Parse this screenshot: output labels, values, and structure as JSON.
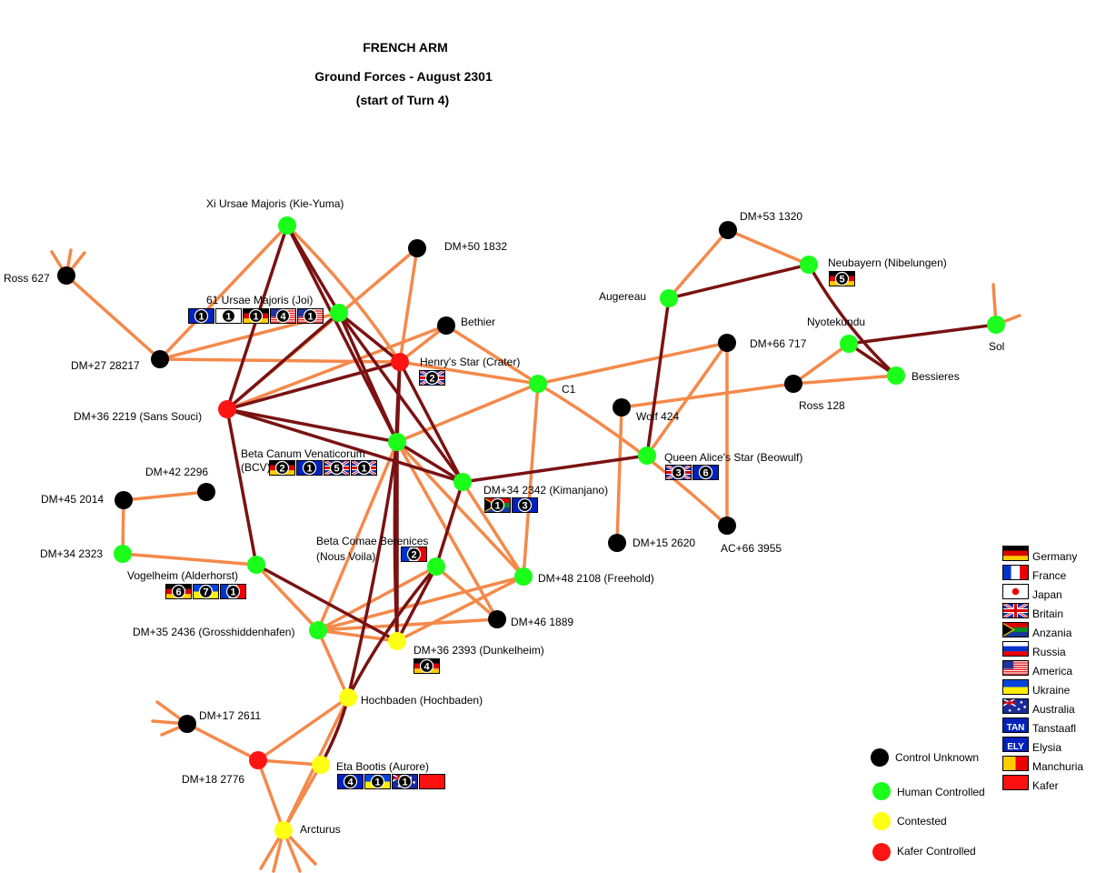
{
  "title": [
    "FRENCH ARM",
    "Ground Forces - August 2301",
    "(start of Turn 4)"
  ],
  "status_colors": {
    "unknown": "#000000",
    "human": "#1bff1b",
    "contested": "#ffff14",
    "kafer": "#ff1414"
  },
  "edge_colors": {
    "orange": "#f4894a",
    "dark": "#7a1212"
  },
  "systems": [
    {
      "id": "xi",
      "label": "Xi Ursae Majoris (Kie-Yuma)",
      "status": "human"
    },
    {
      "id": "dm50",
      "label": "DM+50 1832",
      "status": "unknown"
    },
    {
      "id": "ross627",
      "label": "Ross 627",
      "status": "unknown"
    },
    {
      "id": "u61",
      "label": "61 Ursae Majoris (Joi)",
      "status": "human"
    },
    {
      "id": "bethier",
      "label": "Bethier",
      "status": "unknown"
    },
    {
      "id": "dm27",
      "label": "DM+27 28217",
      "status": "unknown"
    },
    {
      "id": "henry",
      "label": "Henry's Star (Crater)",
      "status": "kafer"
    },
    {
      "id": "dm36_2219",
      "label": "DM+36 2219 (Sans Souci)",
      "status": "kafer"
    },
    {
      "id": "c1",
      "label": "C1",
      "status": "human"
    },
    {
      "id": "bcv",
      "label": "Beta Canum Venaticorum",
      "label2": "(BCV)",
      "status": "human"
    },
    {
      "id": "dm42",
      "label": "DM+42 2296",
      "status": "unknown"
    },
    {
      "id": "dm45",
      "label": "DM+45 2014",
      "status": "unknown"
    },
    {
      "id": "dm34_2342",
      "label": "DM+34 2342 (Kimanjano)",
      "status": "human"
    },
    {
      "id": "dm34_2323",
      "label": "DM+34 2323",
      "status": "human"
    },
    {
      "id": "bcb",
      "label": "Beta Comae Berenices",
      "label2": "(Nous Voila)",
      "status": "human"
    },
    {
      "id": "vogel",
      "label": "Vogelheim (Alderhorst)",
      "status": "human"
    },
    {
      "id": "dm48",
      "label": "DM+48 2108 (Freehold)",
      "status": "human"
    },
    {
      "id": "dm46",
      "label": "DM+46 1889",
      "status": "unknown"
    },
    {
      "id": "dm35",
      "label": "DM+35 2436 (Grosshiddenhafen)",
      "status": "human"
    },
    {
      "id": "dm36_2393",
      "label": "DM+36 2393 (Dunkelheim)",
      "status": "contested"
    },
    {
      "id": "hoch",
      "label": "Hochbaden (Hochbaden)",
      "status": "contested"
    },
    {
      "id": "dm17",
      "label": "DM+17 2611",
      "status": "unknown"
    },
    {
      "id": "dm18",
      "label": "DM+18 2776",
      "status": "kafer"
    },
    {
      "id": "eta",
      "label": "Eta Bootis (Aurore)",
      "status": "contested"
    },
    {
      "id": "arct",
      "label": "Arcturus",
      "status": "contested"
    },
    {
      "id": "dm53",
      "label": "DM+53 1320",
      "status": "unknown"
    },
    {
      "id": "neub",
      "label": "Neubayern (Nibelungen)",
      "status": "human"
    },
    {
      "id": "aug",
      "label": "Augereau",
      "status": "human"
    },
    {
      "id": "nyot",
      "label": "Nyotekundu",
      "status": "human"
    },
    {
      "id": "sol",
      "label": "Sol",
      "status": "human"
    },
    {
      "id": "dm66",
      "label": "DM+66 717",
      "status": "unknown"
    },
    {
      "id": "bess",
      "label": "Bessieres",
      "status": "human"
    },
    {
      "id": "ross128",
      "label": "Ross 128",
      "status": "unknown"
    },
    {
      "id": "wolf",
      "label": "Wolf 424",
      "status": "unknown"
    },
    {
      "id": "qas",
      "label": "Queen Alice's Star (Beowulf)",
      "status": "human"
    },
    {
      "id": "dm15",
      "label": "DM+15 2620",
      "status": "unknown"
    },
    {
      "id": "ac66",
      "label": "AC+66 3955",
      "status": "unknown"
    }
  ],
  "links": [
    {
      "from": "xi",
      "to": "dm27",
      "type": "orange"
    },
    {
      "from": "xi",
      "to": "dm36_2219",
      "type": "dark"
    },
    {
      "from": "xi",
      "to": "u61",
      "type": "dark"
    },
    {
      "from": "xi",
      "to": "bcv",
      "type": "dark"
    },
    {
      "from": "xi",
      "to": "henry",
      "type": "orange"
    },
    {
      "from": "ross627",
      "to": "dm27",
      "type": "orange"
    },
    {
      "from": "dm27",
      "to": "u61",
      "type": "orange"
    },
    {
      "from": "dm27",
      "to": "henry",
      "type": "orange"
    },
    {
      "from": "u61",
      "to": "dm36_2219",
      "type": "dark"
    },
    {
      "from": "u61",
      "to": "henry",
      "type": "dark"
    },
    {
      "from": "u61",
      "to": "bcv",
      "type": "dark"
    },
    {
      "from": "u61",
      "to": "dm34_2342",
      "type": "dark"
    },
    {
      "from": "dm50",
      "to": "dm36_2219",
      "type": "orange"
    },
    {
      "from": "dm50",
      "to": "henry",
      "type": "orange"
    },
    {
      "from": "bethier",
      "to": "henry",
      "type": "orange"
    },
    {
      "from": "bethier",
      "to": "dm36_2219",
      "type": "orange"
    },
    {
      "from": "bethier",
      "to": "c1",
      "type": "orange"
    },
    {
      "from": "dm36_2219",
      "to": "henry",
      "type": "dark"
    },
    {
      "from": "dm36_2219",
      "to": "bcv",
      "type": "dark"
    },
    {
      "from": "dm36_2219",
      "to": "dm34_2342",
      "type": "dark"
    },
    {
      "from": "dm36_2219",
      "to": "vogel",
      "type": "dark"
    },
    {
      "from": "henry",
      "to": "c1",
      "type": "orange"
    },
    {
      "from": "henry",
      "to": "bcv",
      "type": "dark"
    },
    {
      "from": "henry",
      "to": "dm34_2342",
      "type": "dark"
    },
    {
      "from": "henry",
      "to": "dm36_2393",
      "type": "dark"
    },
    {
      "from": "c1",
      "to": "bcv",
      "type": "orange"
    },
    {
      "from": "c1",
      "to": "dm48",
      "type": "orange"
    },
    {
      "from": "c1",
      "to": "dm66",
      "type": "orange"
    },
    {
      "from": "c1",
      "to": "ac66",
      "type": "orange"
    },
    {
      "from": "bcv",
      "to": "dm34_2342",
      "type": "dark"
    },
    {
      "from": "bcv",
      "to": "dm35",
      "type": "orange"
    },
    {
      "from": "bcv",
      "to": "dm46",
      "type": "orange"
    },
    {
      "from": "bcv",
      "to": "dm48",
      "type": "orange"
    },
    {
      "from": "bcv",
      "to": "dm36_2393",
      "type": "dark"
    },
    {
      "from": "bcv",
      "to": "hoch",
      "type": "dark"
    },
    {
      "from": "dm34_2342",
      "to": "dm48",
      "type": "orange"
    },
    {
      "from": "dm34_2342",
      "to": "bcb",
      "type": "dark"
    },
    {
      "from": "dm34_2342",
      "to": "qas",
      "type": "dark"
    },
    {
      "from": "dm45",
      "to": "dm42",
      "type": "orange"
    },
    {
      "from": "dm45",
      "to": "dm34_2323",
      "type": "orange"
    },
    {
      "from": "dm34_2323",
      "to": "vogel",
      "type": "orange"
    },
    {
      "from": "vogel",
      "to": "dm35",
      "type": "orange"
    },
    {
      "from": "vogel",
      "to": "dm36_2393",
      "type": "dark"
    },
    {
      "from": "bcb",
      "to": "dm35",
      "type": "orange"
    },
    {
      "from": "bcb",
      "to": "dm36_2393",
      "type": "dark"
    },
    {
      "from": "bcb",
      "to": "dm46",
      "type": "orange"
    },
    {
      "from": "bcb",
      "to": "hoch",
      "type": "dark"
    },
    {
      "from": "dm48",
      "to": "dm35",
      "type": "orange"
    },
    {
      "from": "dm48",
      "to": "dm36_2393",
      "type": "orange"
    },
    {
      "from": "dm35",
      "to": "dm36_2393",
      "type": "orange"
    },
    {
      "from": "dm35",
      "to": "dm46",
      "type": "orange"
    },
    {
      "from": "dm35",
      "to": "hoch",
      "type": "orange"
    },
    {
      "from": "hoch",
      "to": "dm18",
      "type": "orange"
    },
    {
      "from": "hoch",
      "to": "eta",
      "type": "dark"
    },
    {
      "from": "hoch",
      "to": "arct",
      "type": "orange"
    },
    {
      "from": "dm17",
      "to": "dm18",
      "type": "orange"
    },
    {
      "from": "dm18",
      "to": "eta",
      "type": "orange"
    },
    {
      "from": "dm18",
      "to": "arct",
      "type": "orange"
    },
    {
      "from": "eta",
      "to": "arct",
      "type": "orange"
    },
    {
      "from": "dm53",
      "to": "aug",
      "type": "orange"
    },
    {
      "from": "dm53",
      "to": "neub",
      "type": "orange"
    },
    {
      "from": "aug",
      "to": "neub",
      "type": "dark"
    },
    {
      "from": "aug",
      "to": "qas",
      "type": "dark"
    },
    {
      "from": "neub",
      "to": "bess",
      "type": "dark"
    },
    {
      "from": "nyot",
      "to": "sol",
      "type": "dark"
    },
    {
      "from": "nyot",
      "to": "bess",
      "type": "dark"
    },
    {
      "from": "nyot",
      "to": "ross128",
      "type": "orange"
    },
    {
      "from": "ross128",
      "to": "bess",
      "type": "orange"
    },
    {
      "from": "ross128",
      "to": "wolf",
      "type": "orange"
    },
    {
      "from": "wolf",
      "to": "dm15",
      "type": "orange"
    },
    {
      "from": "dm66",
      "to": "qas",
      "type": "orange"
    },
    {
      "from": "dm66",
      "to": "ac66",
      "type": "orange"
    }
  ],
  "unit_stacks": [
    {
      "system": "u61",
      "units": [
        {
          "nation": "Elysia",
          "count": "1"
        },
        {
          "nation": "Japan",
          "count": "1"
        },
        {
          "nation": "Germany",
          "count": "1"
        },
        {
          "nation": "America",
          "count": "4"
        },
        {
          "nation": "America",
          "count": "1"
        }
      ]
    },
    {
      "system": "henry",
      "units": [
        {
          "nation": "Britain",
          "count": "2"
        }
      ]
    },
    {
      "system": "bcv",
      "units": [
        {
          "nation": "Germany",
          "count": "2"
        },
        {
          "nation": "Elysia",
          "count": "1"
        },
        {
          "nation": "Britain",
          "count": "5"
        },
        {
          "nation": "Britain",
          "count": "1"
        }
      ]
    },
    {
      "system": "dm34_2342",
      "units": [
        {
          "nation": "Anzania",
          "count": "1"
        },
        {
          "nation": "Elysia",
          "count": "3"
        }
      ]
    },
    {
      "system": "bcb",
      "units": [
        {
          "nation": "France",
          "count": "2"
        }
      ]
    },
    {
      "system": "vogel",
      "units": [
        {
          "nation": "Germany",
          "count": "6"
        },
        {
          "nation": "Ukraine",
          "count": "7"
        },
        {
          "nation": "France",
          "count": "1"
        }
      ]
    },
    {
      "system": "dm36_2393",
      "units": [
        {
          "nation": "Germany",
          "count": "4"
        }
      ]
    },
    {
      "system": "eta",
      "units": [
        {
          "nation": "Elysia",
          "count": "4"
        },
        {
          "nation": "Ukraine",
          "count": "1"
        },
        {
          "nation": "Australia",
          "count": "1"
        },
        {
          "nation": "Kafer",
          "count": ""
        }
      ]
    },
    {
      "system": "neub",
      "units": [
        {
          "nation": "Germany",
          "count": "5"
        }
      ]
    },
    {
      "system": "qas",
      "units": [
        {
          "nation": "Britain",
          "count": "3"
        },
        {
          "nation": "Elysia",
          "count": "6"
        }
      ]
    }
  ],
  "flag_legend": [
    {
      "nation": "Germany",
      "label": "Germany"
    },
    {
      "nation": "France",
      "label": "France"
    },
    {
      "nation": "Japan",
      "label": "Japan"
    },
    {
      "nation": "Britain",
      "label": "Britain"
    },
    {
      "nation": "Anzania",
      "label": "Anzania"
    },
    {
      "nation": "Russia",
      "label": "Russia"
    },
    {
      "nation": "America",
      "label": "America"
    },
    {
      "nation": "Ukraine",
      "label": "Ukraine"
    },
    {
      "nation": "Australia",
      "label": "Australia"
    },
    {
      "nation": "Tanstaafl",
      "label": "Tanstaafl",
      "text": "TAN"
    },
    {
      "nation": "Elysia",
      "label": "Elysia",
      "text": "ELY"
    },
    {
      "nation": "Manchuria",
      "label": "Manchuria"
    },
    {
      "nation": "Kafer",
      "label": "Kafer"
    }
  ],
  "status_legend": [
    {
      "status": "unknown",
      "label": "Control Unknown"
    },
    {
      "status": "human",
      "label": "Human Controlled"
    },
    {
      "status": "contested",
      "label": "Contested"
    },
    {
      "status": "kafer",
      "label": "Kafer Controlled"
    }
  ]
}
